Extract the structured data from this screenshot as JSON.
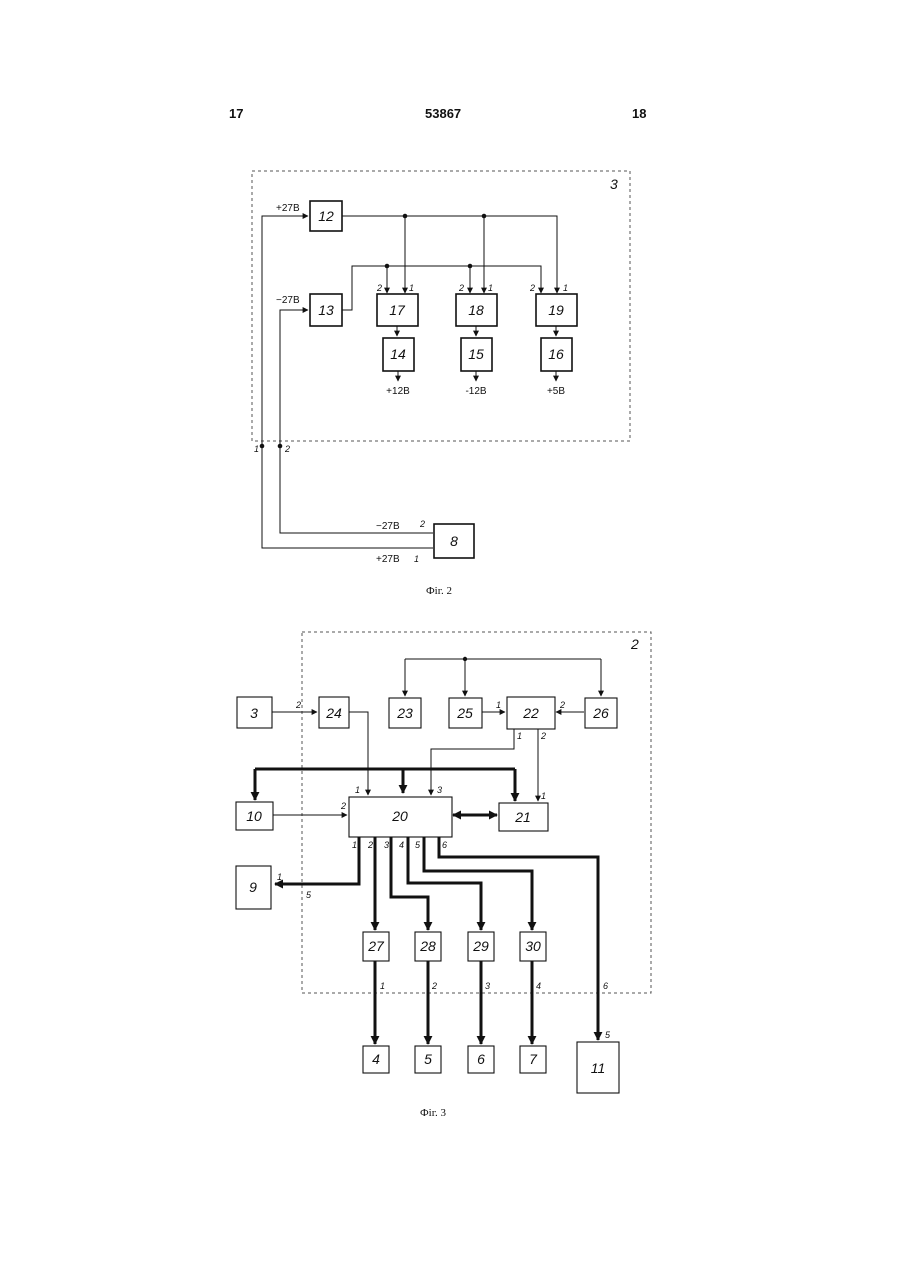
{
  "header": {
    "left_page": "17",
    "patent_number": "53867",
    "right_page": "18"
  },
  "fig2": {
    "frame_label": "3",
    "caption": "Фіг. 2",
    "blocks": [
      "12",
      "13",
      "17",
      "18",
      "19",
      "14",
      "15",
      "16",
      "8"
    ],
    "inputs": {
      "plus27": "+27В",
      "minus27": "−27В"
    },
    "outputs": {
      "plus12": "+12В",
      "minus12": "-12В",
      "plus5": "+5В"
    },
    "source_lines": {
      "minus27": "−27В",
      "plus27": "+27В"
    },
    "pins": {
      "b17_in2": "2",
      "b17_in1": "1",
      "b18_in2": "2",
      "b18_in1": "1",
      "b19_in2": "2",
      "b19_in1": "1",
      "frame_in1": "1",
      "frame_in2": "2",
      "src_out2": "2",
      "src_out1": "1"
    }
  },
  "fig3": {
    "frame_label": "2",
    "caption": "Фіг. 3",
    "blocks": [
      "3",
      "24",
      "23",
      "25",
      "22",
      "26",
      "10",
      "20",
      "21",
      "9",
      "27",
      "28",
      "29",
      "30",
      "4",
      "5",
      "6",
      "7",
      "11"
    ],
    "pins": {
      "b24_in2": "2",
      "b22_in1": "1",
      "b22_in2": "2",
      "b22_out1": "1",
      "b22_out2": "2",
      "b20_in1": "1",
      "b20_in2": "2",
      "b20_in3": "3",
      "b21_in1": "1",
      "b20_out1": "1",
      "b20_out2": "2",
      "b20_out3": "3",
      "b20_out4": "4",
      "b20_out5": "5",
      "b20_out6": "6",
      "b9_in1": "1",
      "b9_in5": "5",
      "line1": "1",
      "line2": "2",
      "line3": "3",
      "line4": "4",
      "line6": "6",
      "b11_in5": "5"
    }
  }
}
